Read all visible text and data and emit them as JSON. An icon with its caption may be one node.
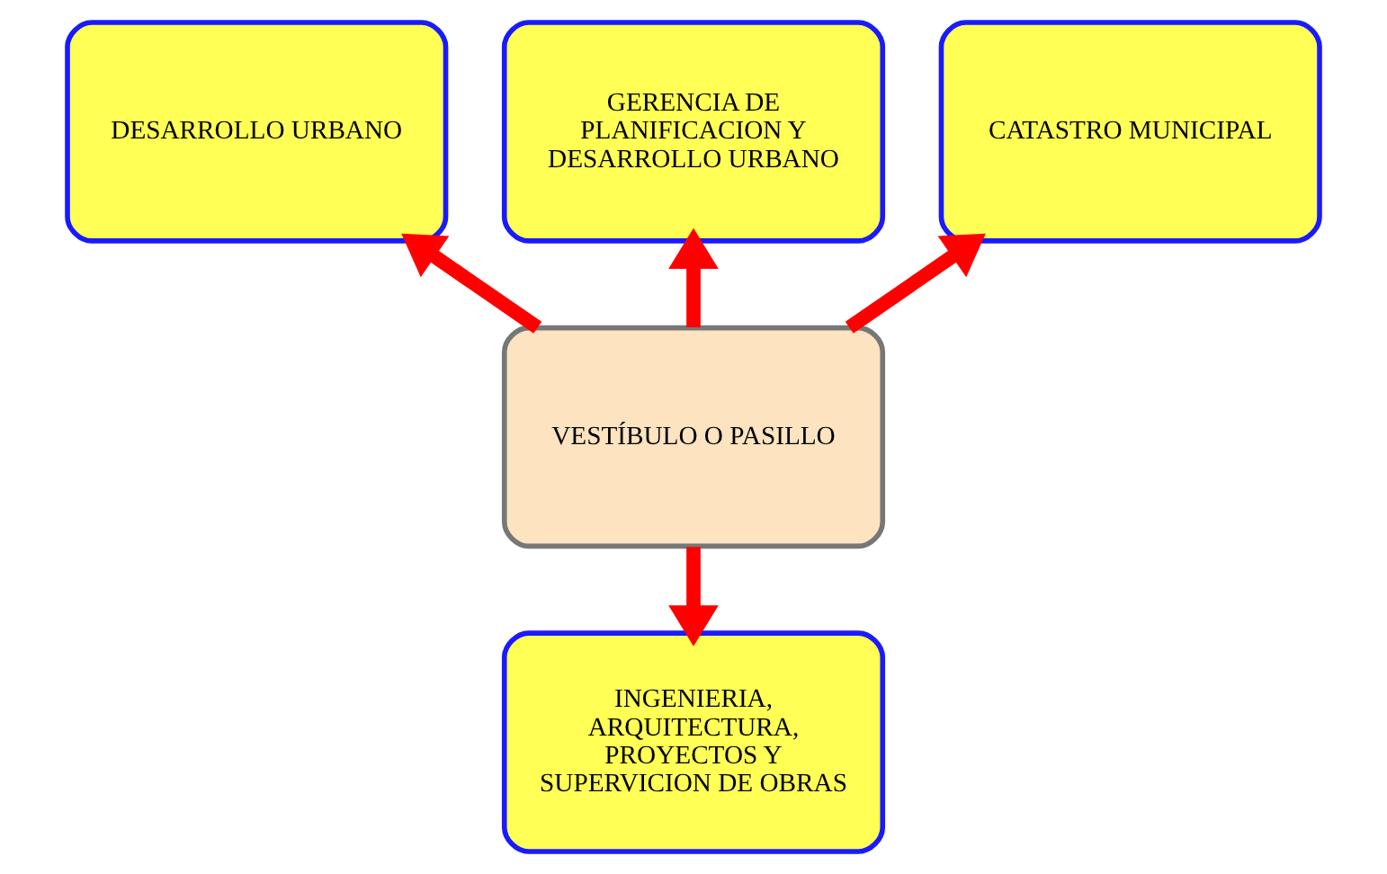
{
  "diagram": {
    "nodes": [
      {
        "text": [
          "DESARROLLO URBANO"
        ]
      },
      {
        "text": [
          "GERENCIA DE PLANIFICACION Y DESARROLLO URBANO"
        ]
      },
      {
        "text": [
          "CATASTRO MUNICIPAL"
        ]
      },
      {
        "text": [
          "VESTÍBULO O PASILLO"
        ]
      },
      {
        "text": [
          "INGENIERIA, ARQUITECTURA, PROYECTOS Y SUPERVICION DE OBRAS"
        ]
      }
    ],
    "edges": [
      {
        "from": 3,
        "to": 0,
        "arrow": "to"
      },
      {
        "from": 3,
        "to": 1,
        "arrow": "to"
      },
      {
        "from": 3,
        "to": 2,
        "arrow": "to"
      },
      {
        "from": 3,
        "to": 4,
        "arrow": "to"
      }
    ]
  }
}
